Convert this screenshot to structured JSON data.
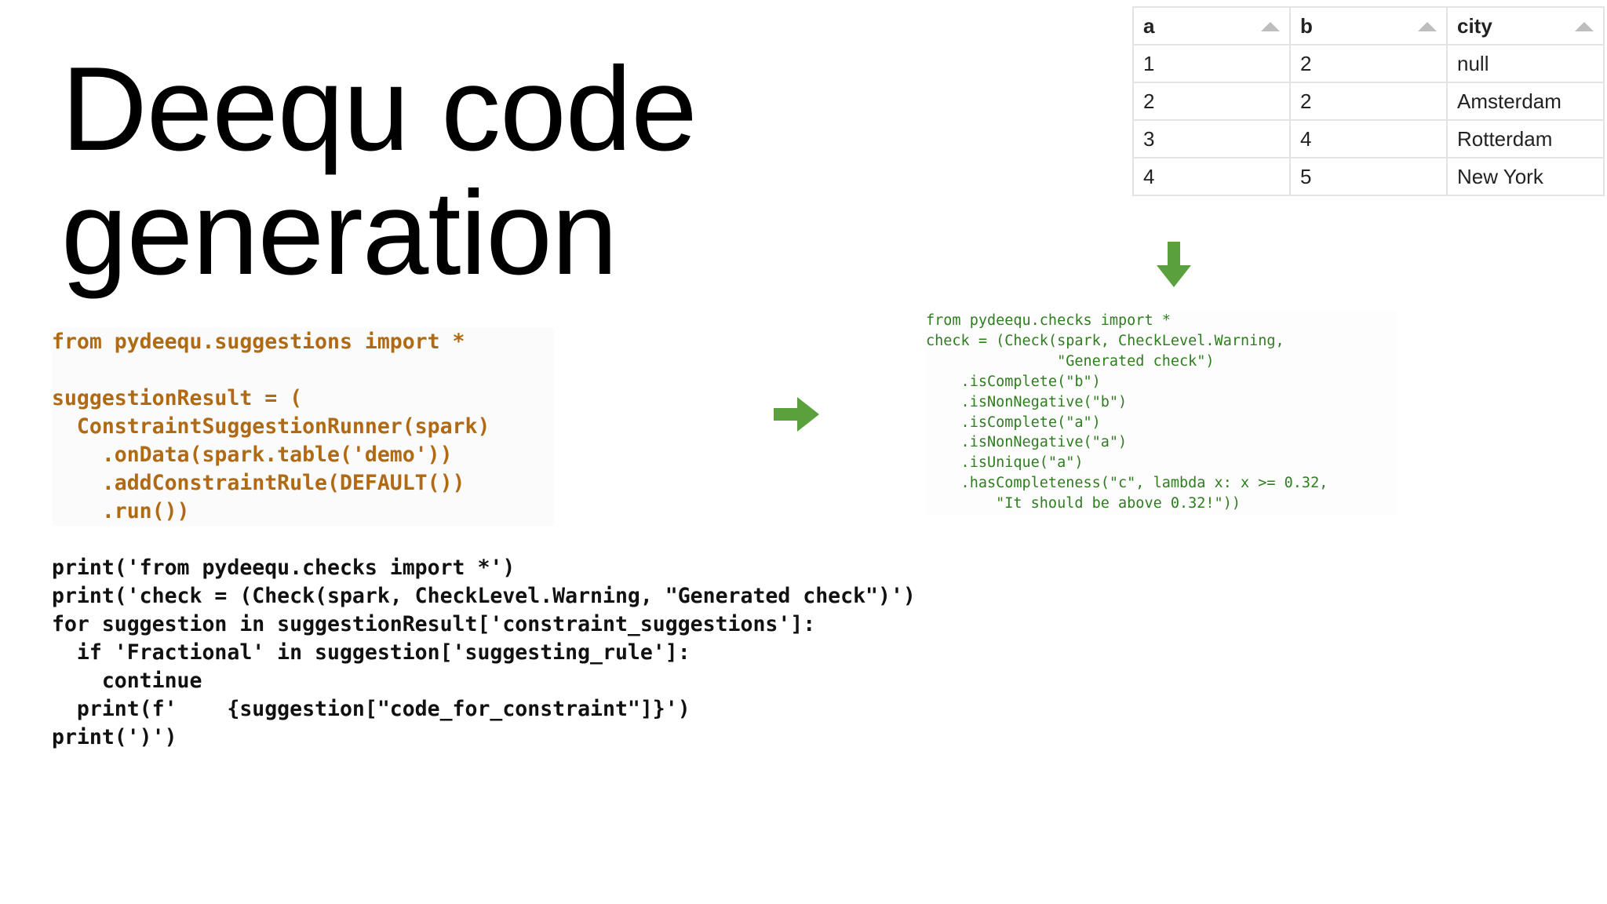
{
  "slide": {
    "title_line1": "Deequ code",
    "title_line2": "generation"
  },
  "table": {
    "headers": [
      "a",
      "b",
      "city"
    ],
    "rows": [
      [
        "1",
        "2",
        "null"
      ],
      [
        "2",
        "2",
        "Amsterdam"
      ],
      [
        "3",
        "4",
        "Rotterdam"
      ],
      [
        "4",
        "5",
        "New York"
      ]
    ]
  },
  "code_suggestions": {
    "lines": [
      "from pydeequ.suggestions import *",
      "",
      "suggestionResult = (",
      "  ConstraintSuggestionRunner(spark)",
      "    .onData(spark.table('demo'))",
      "    .addConstraintRule(DEFAULT())",
      "    .run())"
    ]
  },
  "code_print": {
    "lines": [
      "print('from pydeequ.checks import *')",
      "print('check = (Check(spark, CheckLevel.Warning, \"Generated check\")')",
      "for suggestion in suggestionResult['constraint_suggestions']:",
      "  if 'Fractional' in suggestion['suggesting_rule']:",
      "    continue",
      "  print(f'    {suggestion[\"code_for_constraint\"]}')",
      "print(')')"
    ]
  },
  "code_output": {
    "lines": [
      "from pydeequ.checks import *",
      "check = (Check(spark, CheckLevel.Warning,",
      "               \"Generated check\")",
      "    .isComplete(\"b\")",
      "    .isNonNegative(\"b\")",
      "    .isComplete(\"a\")",
      "    .isNonNegative(\"a\")",
      "    .isUnique(\"a\")",
      "    .hasCompleteness(\"c\", lambda x: x >= 0.32,",
      "        \"It should be above 0.32!\"))"
    ]
  },
  "colors": {
    "code_orange": "#b06a14",
    "code_green": "#2e7d1f",
    "arrow_green": "#5aa03c"
  },
  "icons": {
    "right_arrow": "arrow-right-icon",
    "down_arrow": "arrow-down-icon"
  }
}
